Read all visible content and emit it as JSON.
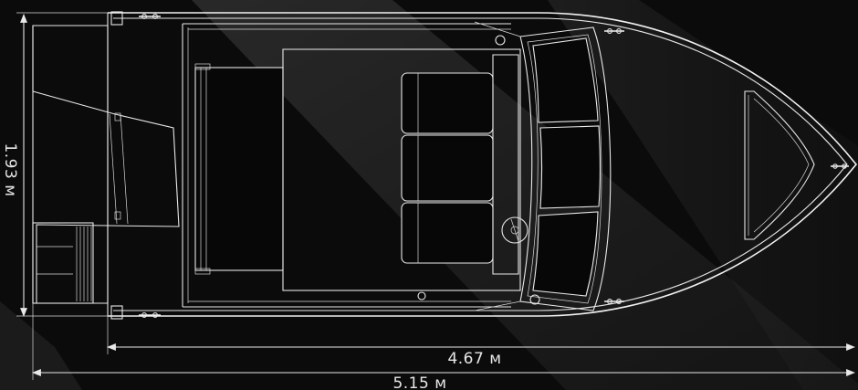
{
  "dimensions": {
    "width_label": "1.93 м",
    "length_inner_label": "4.67 м",
    "length_overall_label": "5.15 м"
  },
  "colors": {
    "background": "#0b0b0b",
    "lines": "#e8e8e8",
    "light_beam": "#3a3a3a"
  }
}
